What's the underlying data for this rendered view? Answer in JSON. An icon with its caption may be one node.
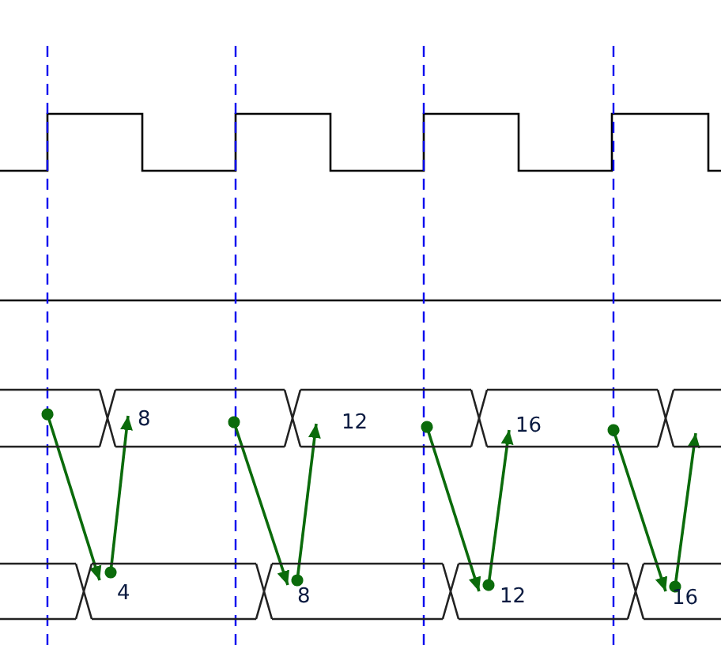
{
  "diagram": {
    "nodes": [
      {
        "text": [],
        "shape": "box"
      },
      {
        "text": [
          "8"
        ]
      },
      {
        "text": [
          "12"
        ]
      },
      {
        "text": [
          "16"
        ]
      },
      {
        "text": [],
        "shape": "box"
      },
      {
        "text": [],
        "shape": "box"
      },
      {
        "text": [
          "4"
        ]
      },
      {
        "text": [
          "8"
        ]
      },
      {
        "text": [
          "12"
        ]
      },
      {
        "text": [
          "16"
        ]
      }
    ],
    "edges": [
      {
        "from": 0,
        "to": 6,
        "arrow": "to"
      },
      {
        "from": 6,
        "to": 1,
        "arrow": "to"
      },
      {
        "from": 1,
        "to": 7,
        "arrow": "to"
      },
      {
        "from": 7,
        "to": 2,
        "arrow": "to"
      },
      {
        "from": 2,
        "to": 8,
        "arrow": "to"
      },
      {
        "from": 8,
        "to": 3,
        "arrow": "to"
      },
      {
        "from": 3,
        "to": 9,
        "arrow": "to"
      },
      {
        "from": 9,
        "to": 4,
        "arrow": "to"
      }
    ]
  }
}
